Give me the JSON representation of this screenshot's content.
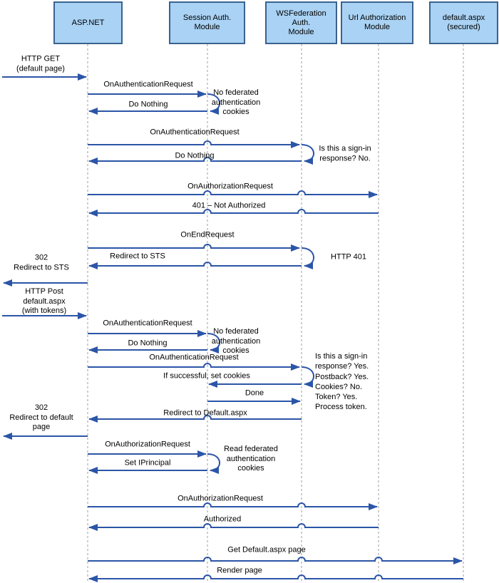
{
  "diagram_type": "sequence-diagram",
  "colors": {
    "message_arrow": "#2B55A7",
    "actor_fill": "#A9D2F4",
    "actor_border": "#3A628E",
    "lifeline": "#9C9C9C",
    "text": "#000000"
  },
  "actors": [
    {
      "label": "ASP.NET"
    },
    {
      "label": "Session Auth.\nModule"
    },
    {
      "label": "WSFederation\nAuth.\nModule"
    },
    {
      "label": "Url Authorization\nModule"
    },
    {
      "label": "default.aspx\n(secured)"
    }
  ],
  "labels": {
    "http_get": "HTTP GET\n(default page)",
    "on_authentication_request_1": "OnAuthenticationRequest",
    "do_nothing_1": "Do Nothing",
    "on_authentication_request_2": "OnAuthenticationRequest",
    "do_nothing_2": "Do Nothing",
    "on_authorization_request_1": "OnAuthorizationRequest",
    "not_authorized_401": "401 – Not Authorized",
    "on_end_request": "OnEndRequest",
    "redirect_to_sts": "Redirect to STS",
    "http_401": "HTTP 401",
    "redirect_302_sts": "302\nRedirect to STS",
    "http_post": "HTTP Post\ndefault.aspx\n(with tokens)",
    "on_authentication_request_3": "OnAuthenticationRequest",
    "do_nothing_3": "Do Nothing",
    "on_authentication_request_4": "OnAuthenticationRequest",
    "if_successful_set_cookies": "If successful, set cookies",
    "done": "Done",
    "redirect_to_default": "Redirect to Default.aspx",
    "redirect_302_default": "302\nRedirect to default\npage",
    "on_authorization_request_2": "OnAuthorizationRequest",
    "set_iprincipal": "Set IPrincipal",
    "on_authorization_request_3": "OnAuthorizationRequest",
    "authorized": "Authorized",
    "get_default_page": "Get Default.aspx page",
    "render_page": "Render page"
  },
  "annotations": {
    "no_federated_cookies_1": "No federated\nauthentication\ncookies",
    "sign_in_response_no": "Is this a sign-in\nresponse? No.",
    "no_federated_cookies_2": "No federated\nauthentication\ncookies",
    "sign_in_response_yes": "Is this a sign-in\nresponse? Yes.\nPostback? Yes.\nCookies? No.\nToken? Yes.\nProcess token.",
    "read_federated_cookies": "Read federated\nauthentication\ncookies"
  }
}
